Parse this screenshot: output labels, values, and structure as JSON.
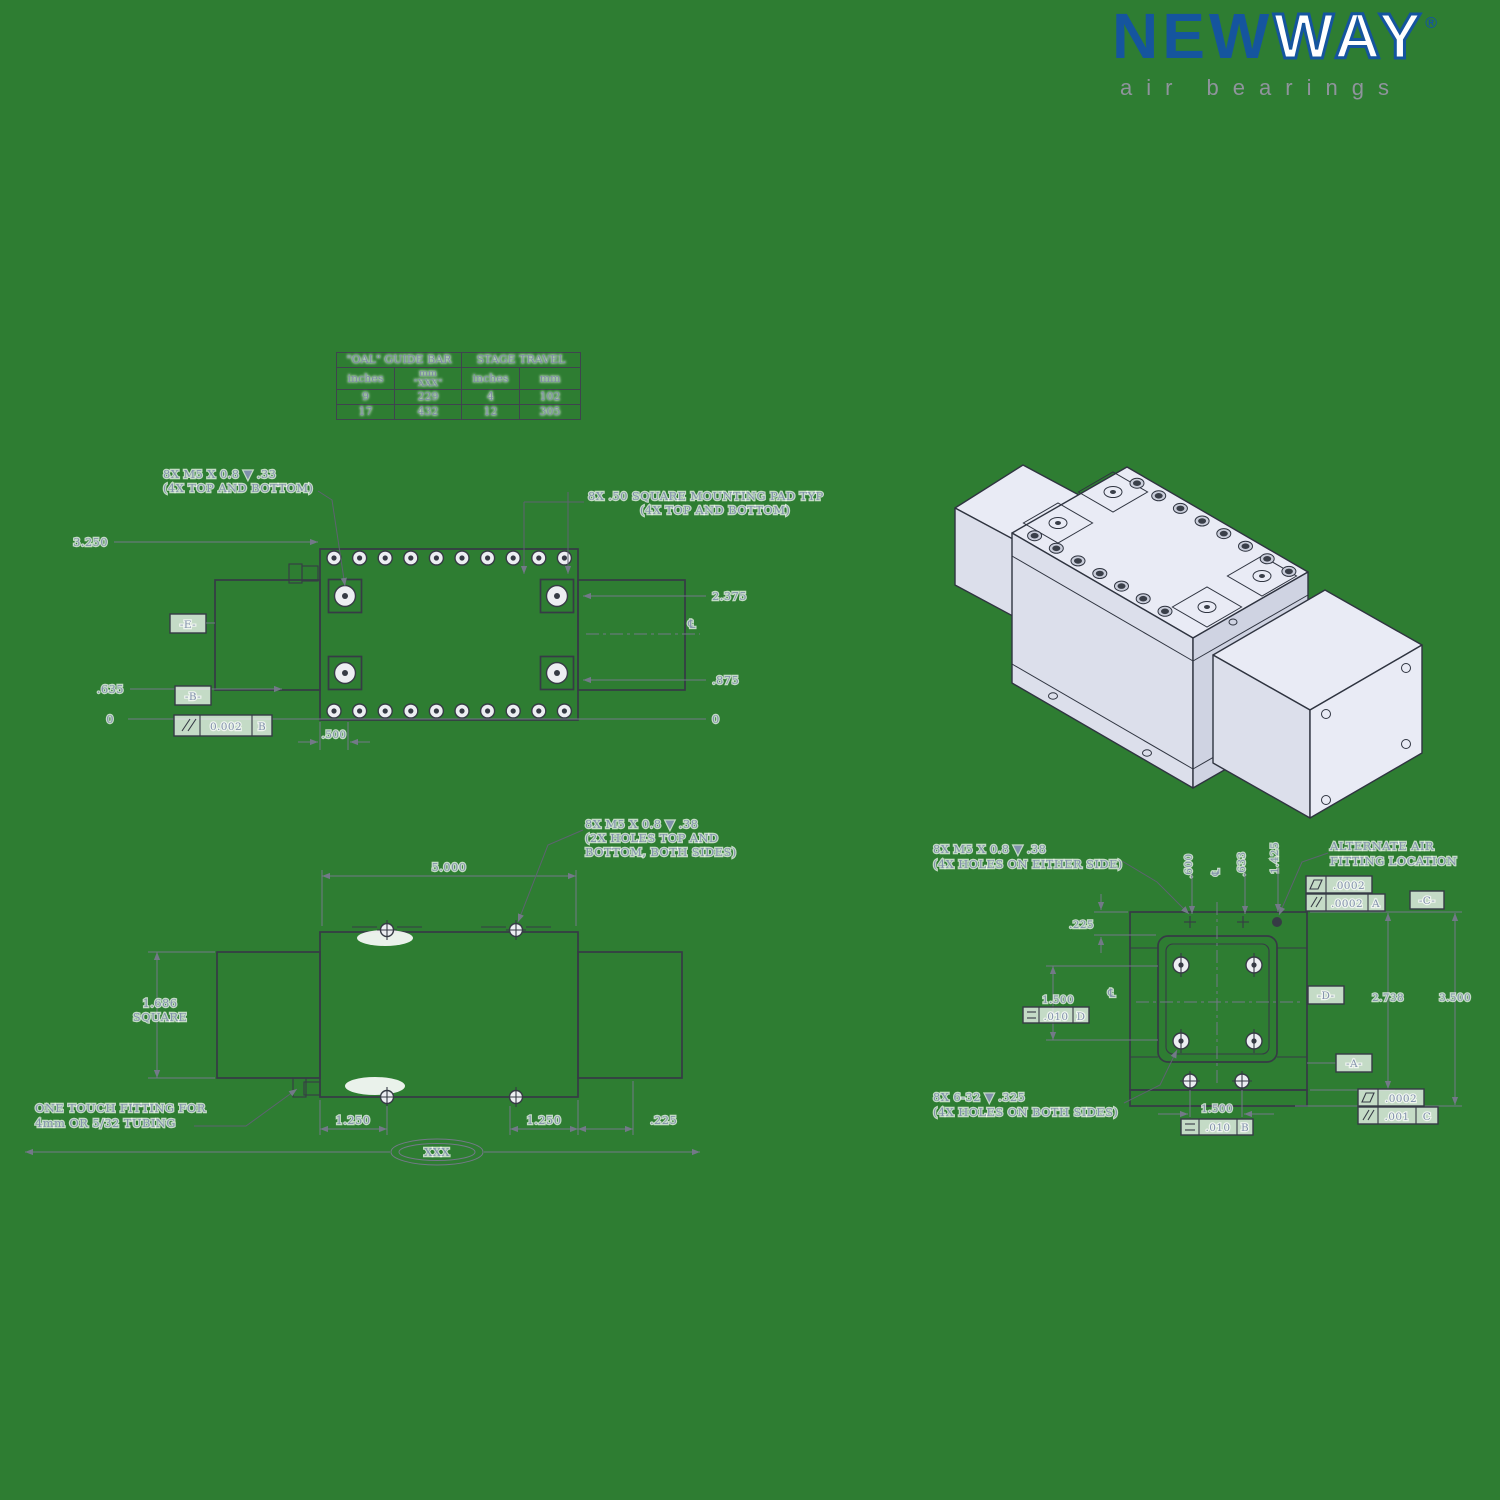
{
  "colors": {
    "background": "#2e7d32",
    "brand_blue": "#15559e",
    "tagline_gray": "#8f949c",
    "line_dark": "#363b45",
    "dim_gray": "#737988",
    "dim_text": "#8191ab"
  },
  "logo": {
    "word1": "NEW",
    "word2": "WAY",
    "registered": "®",
    "tagline": "air bearings"
  },
  "spec_table": {
    "header_guide_bar": "\"OAL\" GUIDE BAR",
    "header_stage_travel": "STAGE TRAVEL",
    "sub_inches_1": "inches",
    "sub_mm_line1": "mm",
    "sub_mm_line2": "\"XXX\"",
    "sub_inches_2": "inches",
    "sub_mm_2": "mm",
    "rows": [
      [
        "9",
        "229",
        "4",
        "102"
      ],
      [
        "17",
        "432",
        "12",
        "305"
      ]
    ]
  },
  "top_view": {
    "callout_holes_l1": "8X M5 X 0.8 ▼ .33",
    "callout_holes_l2": "(4X TOP AND BOTTOM)",
    "callout_pads_l1": "8X .50 SQUARE MOUNTING PAD TYP",
    "callout_pads_l2": "(4X TOP AND BOTTOM)",
    "d3250": "3.250",
    "d635": ".635",
    "d0_left": "0",
    "d0_right": "0",
    "d2375": "2.375",
    "d875": ".875",
    "d500": ".500",
    "centerline": "℄",
    "datum_e": "-E-",
    "datum_b": "-B-",
    "fcf_parallel": {
      "tol": "0.002",
      "datum": "B"
    }
  },
  "side_view": {
    "d5000": "5.000",
    "callout_l1": "8X M5 X 0.8 ▼ .38",
    "callout_l2": "(2X HOLES TOP AND",
    "callout_l3": "BOTTOM, BOTH SIDES)",
    "square_l1": "1.686",
    "square_l2": "SQUARE",
    "fitting_l1": "ONE TOUCH FITTING FOR",
    "fitting_l2": "4mm OR 5/32 TUBING",
    "d1250a": "1.250",
    "d1250b": "1.250",
    "d225": ".225",
    "ref_length": "XXX"
  },
  "end_view": {
    "callout_m5_l1": "8X M5 X 0.8 ▼ .38",
    "callout_m5_l2": "(4X HOLES ON EITHER SIDE)",
    "alt_air_l1": "ALTERNATE AIR",
    "alt_air_l2": "FITTING LOCATION",
    "d600": ".600",
    "d633": ".633",
    "d1425": "1.425",
    "centerline_top": "℄",
    "centerline_left": "℄",
    "d225": ".225",
    "d1500_left": "1.500",
    "d1500_bottom": "1.500",
    "d2738": "2.738",
    "d3500": "3.500",
    "datum_c": "-C-",
    "datum_d": "-D-",
    "datum_a": "-A-",
    "fcf_flat_top": {
      "tol": ".0002"
    },
    "fcf_par_top": {
      "tol": ".0002",
      "datum": "A"
    },
    "fcf_sym_left": {
      "tol": ".010",
      "datum": "D"
    },
    "fcf_sym_bottom": {
      "tol": ".010",
      "datum": "B"
    },
    "fcf_flat_bottom": {
      "tol": ".0002"
    },
    "fcf_par_bottom": {
      "tol": ".001",
      "datum": "C"
    },
    "callout_632_l1": "8X 6-32 ▼ .325",
    "callout_632_l2": "(4X HOLES ON BOTH SIDES)"
  }
}
